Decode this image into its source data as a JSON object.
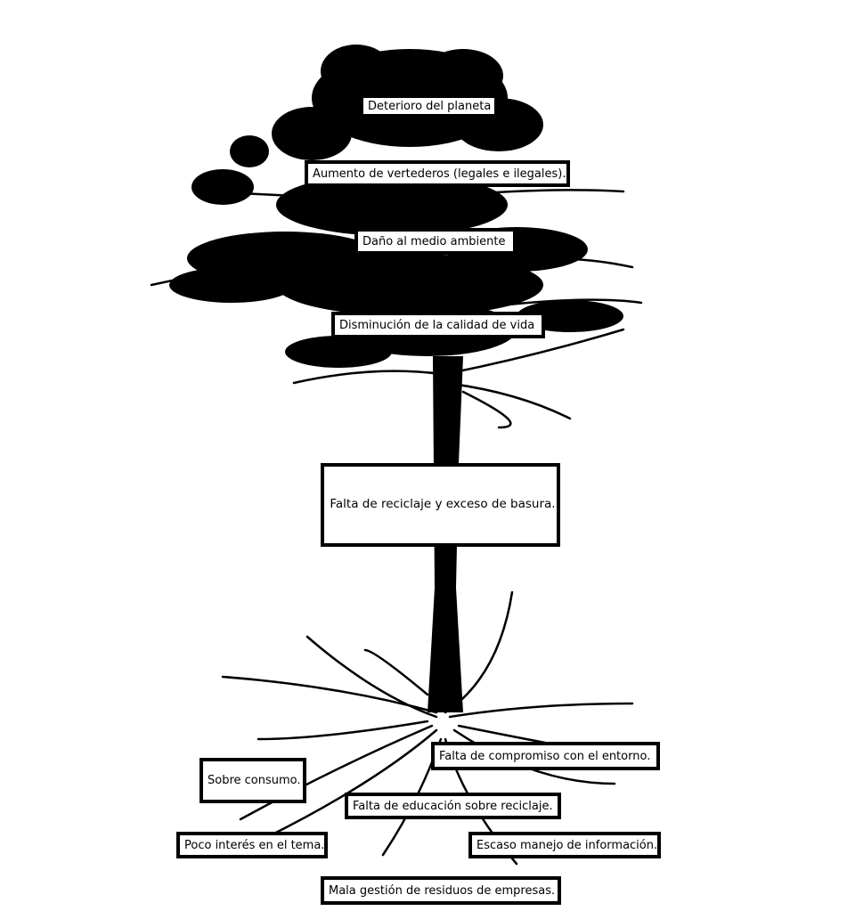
{
  "effects": [
    "Deterioro del planeta",
    "Aumento de vertederos (legales e ilegales).",
    "Daño al medio ambiente",
    "Disminución de la calidad de vida"
  ],
  "core_problem": "Falta de reciclaje y exceso de basura.",
  "causes": [
    "Falta de compromiso con el entorno.",
    "Sobre consumo.",
    "Falta de educación sobre reciclaje.",
    "Poco interés en el tema.",
    "Escaso manejo de información.",
    "Mala gestión de residuos de empresas."
  ],
  "colors": {
    "ink": "#000000",
    "background": "#ffffff"
  }
}
